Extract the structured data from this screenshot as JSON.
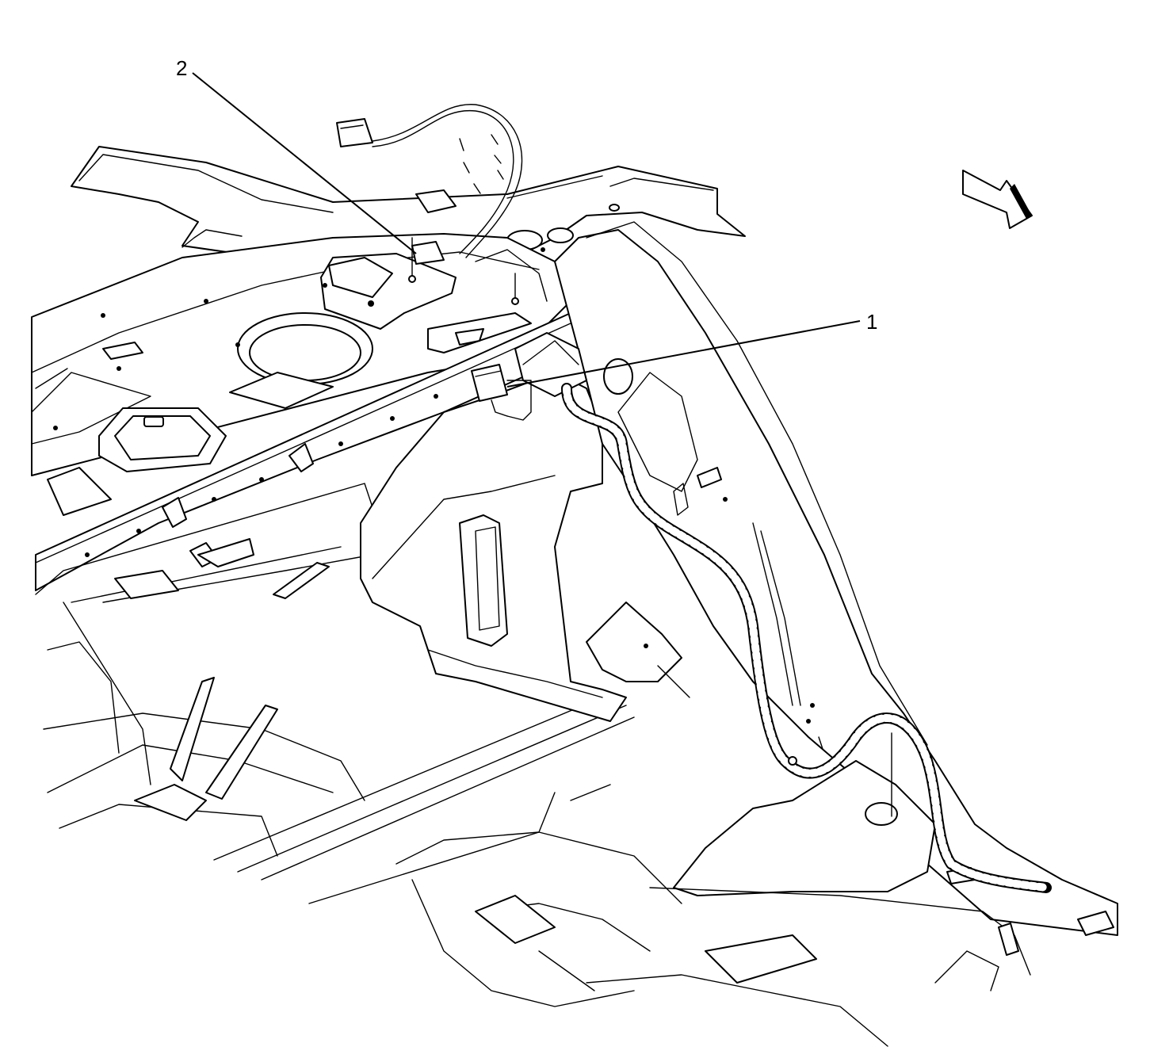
{
  "callouts": [
    {
      "id": "callout-1",
      "label": "1"
    },
    {
      "id": "callout-2",
      "label": "2"
    }
  ],
  "colors": {
    "line": "#000000",
    "background": "#ffffff"
  },
  "icons": {
    "direction": "front-direction-arrow-icon"
  }
}
